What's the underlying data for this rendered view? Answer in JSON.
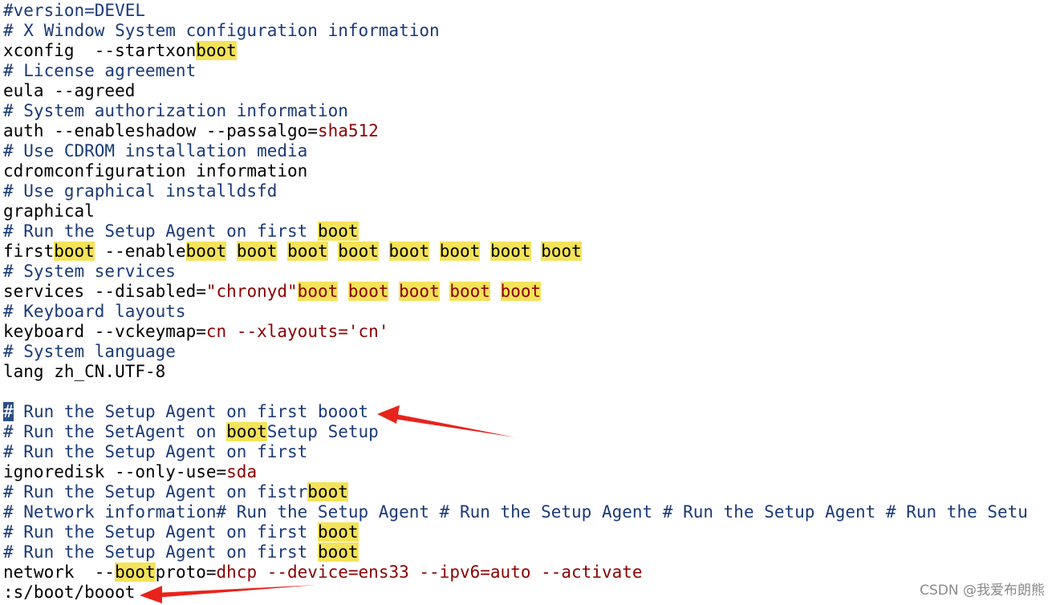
{
  "editor": {
    "lines": [
      [
        {
          "t": "#version=DEVEL",
          "s": "c"
        }
      ],
      [
        {
          "t": "# X Window System configuration information",
          "s": "c"
        }
      ],
      [
        {
          "t": "xconfig  --startxon",
          "s": "n"
        },
        {
          "t": "boot",
          "s": "h"
        }
      ],
      [
        {
          "t": "# License agreement",
          "s": "c"
        }
      ],
      [
        {
          "t": "eula --agreed",
          "s": "n"
        }
      ],
      [
        {
          "t": "# System authorization information",
          "s": "c"
        }
      ],
      [
        {
          "t": "auth --enableshadow --passalgo=",
          "s": "n"
        },
        {
          "t": "sha512",
          "s": "v"
        }
      ],
      [
        {
          "t": "# Use CDROM installation media",
          "s": "c"
        }
      ],
      [
        {
          "t": "cdromconfiguration information",
          "s": "n"
        }
      ],
      [
        {
          "t": "# Use graphical installdsfd",
          "s": "c"
        }
      ],
      [
        {
          "t": "graphical",
          "s": "n"
        }
      ],
      [
        {
          "t": "# Run the Setup Agent on first ",
          "s": "c"
        },
        {
          "t": "boot",
          "s": "h"
        }
      ],
      [
        {
          "t": "first",
          "s": "n"
        },
        {
          "t": "boot",
          "s": "h"
        },
        {
          "t": " --enable",
          "s": "n"
        },
        {
          "t": "boot",
          "s": "h"
        },
        {
          "t": " ",
          "s": "n"
        },
        {
          "t": "boot",
          "s": "h"
        },
        {
          "t": " ",
          "s": "n"
        },
        {
          "t": "boot",
          "s": "h"
        },
        {
          "t": " ",
          "s": "n"
        },
        {
          "t": "boot",
          "s": "h"
        },
        {
          "t": " ",
          "s": "n"
        },
        {
          "t": "boot",
          "s": "h"
        },
        {
          "t": " ",
          "s": "n"
        },
        {
          "t": "boot",
          "s": "h"
        },
        {
          "t": " ",
          "s": "n"
        },
        {
          "t": "boot",
          "s": "h"
        },
        {
          "t": " ",
          "s": "n"
        },
        {
          "t": "boot",
          "s": "h"
        }
      ],
      [
        {
          "t": "# System services",
          "s": "c"
        }
      ],
      [
        {
          "t": "services --disabled=",
          "s": "n"
        },
        {
          "t": "\"chronyd\"",
          "s": "v"
        },
        {
          "t": "boot",
          "s": "hv"
        },
        {
          "t": " ",
          "s": "n"
        },
        {
          "t": "boot",
          "s": "hv"
        },
        {
          "t": " ",
          "s": "n"
        },
        {
          "t": "boot",
          "s": "hv"
        },
        {
          "t": " ",
          "s": "n"
        },
        {
          "t": "boot",
          "s": "hv"
        },
        {
          "t": " ",
          "s": "n"
        },
        {
          "t": "boot",
          "s": "hv"
        }
      ],
      [
        {
          "t": "# Keyboard layouts",
          "s": "c"
        }
      ],
      [
        {
          "t": "keyboard --vckeymap=",
          "s": "n"
        },
        {
          "t": "cn",
          "s": "v"
        },
        {
          "t": " --xlayouts=",
          "s": "v"
        },
        {
          "t": "'cn'",
          "s": "v"
        }
      ],
      [
        {
          "t": "# System language",
          "s": "c"
        }
      ],
      [
        {
          "t": "lang zh_CN.UTF-8",
          "s": "n"
        }
      ],
      [
        {
          "t": "",
          "s": "n"
        }
      ],
      [
        {
          "t": "#",
          "s": "cur"
        },
        {
          "t": " Run the Setup Agent on first booot",
          "s": "c"
        }
      ],
      [
        {
          "t": "# Run the SetAgent on ",
          "s": "c"
        },
        {
          "t": "boot",
          "s": "h"
        },
        {
          "t": "Setup Setup",
          "s": "c"
        }
      ],
      [
        {
          "t": "# Run the Setup Agent on first",
          "s": "c"
        }
      ],
      [
        {
          "t": "ignoredisk --only-use=",
          "s": "n"
        },
        {
          "t": "sda",
          "s": "v"
        }
      ],
      [
        {
          "t": "# Run the Setup Agent on fistr",
          "s": "c"
        },
        {
          "t": "boot",
          "s": "h"
        }
      ],
      [
        {
          "t": "# Network information# Run the Setup Agent # Run the Setup Agent # Run the Setup Agent # Run the Setu",
          "s": "c"
        }
      ],
      [
        {
          "t": "# Run the Setup Agent on first ",
          "s": "c"
        },
        {
          "t": "boot",
          "s": "h"
        }
      ],
      [
        {
          "t": "# Run the Setup Agent on first ",
          "s": "c"
        },
        {
          "t": "boot",
          "s": "h"
        }
      ],
      [
        {
          "t": "network  --",
          "s": "n"
        },
        {
          "t": "boot",
          "s": "h"
        },
        {
          "t": "proto=",
          "s": "n"
        },
        {
          "t": "dhcp",
          "s": "v"
        },
        {
          "t": " --device=",
          "s": "v"
        },
        {
          "t": "ens33",
          "s": "v"
        },
        {
          "t": " --ipv6=",
          "s": "v"
        },
        {
          "t": "auto",
          "s": "v"
        },
        {
          "t": " --activate",
          "s": "v"
        }
      ]
    ],
    "command_line": ":s/boot/booot"
  },
  "watermark": "CSDN @我爱布朗熊",
  "colors": {
    "comment": "#1a3a78",
    "value": "#8b0000",
    "highlight": "#f4e35a",
    "cursor": "#2c4f86",
    "arrow": "#e8231b"
  },
  "icons": [
    "red-arrow-icon"
  ]
}
